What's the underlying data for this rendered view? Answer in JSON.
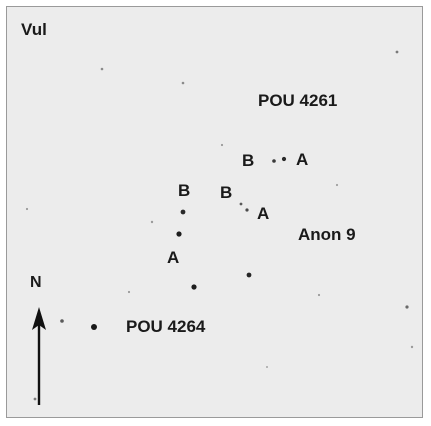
{
  "field": {
    "constellation": "Vul",
    "labels": {
      "pou4261": "POU 4261",
      "anon9": "Anon 9",
      "pou4264": "POU 4264",
      "north": "N"
    },
    "components": {
      "b1": "B",
      "a1": "A",
      "b2": "B",
      "a2": "A",
      "b3": "B",
      "a3": "A"
    }
  },
  "colors": {
    "sky": "#ececec",
    "star": "#202020",
    "text": "#1a1a1a"
  }
}
